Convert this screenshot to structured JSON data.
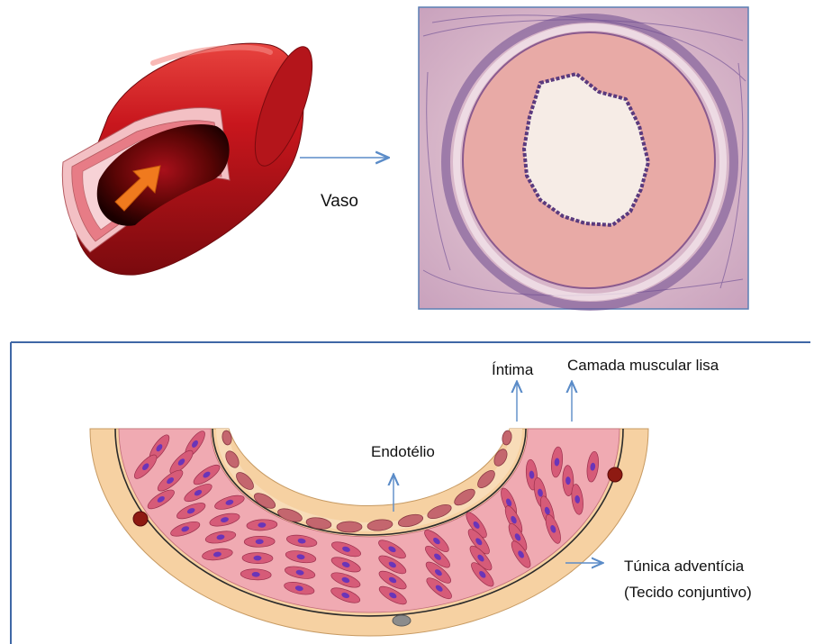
{
  "top_row": {
    "arrow_label": "Vaso"
  },
  "bottom_diagram": {
    "labels": {
      "intima": "Íntima",
      "smooth_muscle": "Camada muscular lisa",
      "endothelium": "Endotélio",
      "adventitia_line1": "Túnica adventícia",
      "adventitia_line2": "(Tecido conjuntivo)"
    }
  },
  "colors": {
    "vessel_red": "#c8161d",
    "vessel_lumen": "#5a0505",
    "flow_arrow": "#f07a1e",
    "histo_background": "#d9b9c8",
    "histo_muscle": "#e8aaa6",
    "histo_lumen": "#f6ece6",
    "diagram_adventitia": "#f6d1a2",
    "diagram_muscle": "#f0aab2",
    "diagram_nucleus": "#6a35b8",
    "pointer_blue": "#5b8cc8"
  }
}
